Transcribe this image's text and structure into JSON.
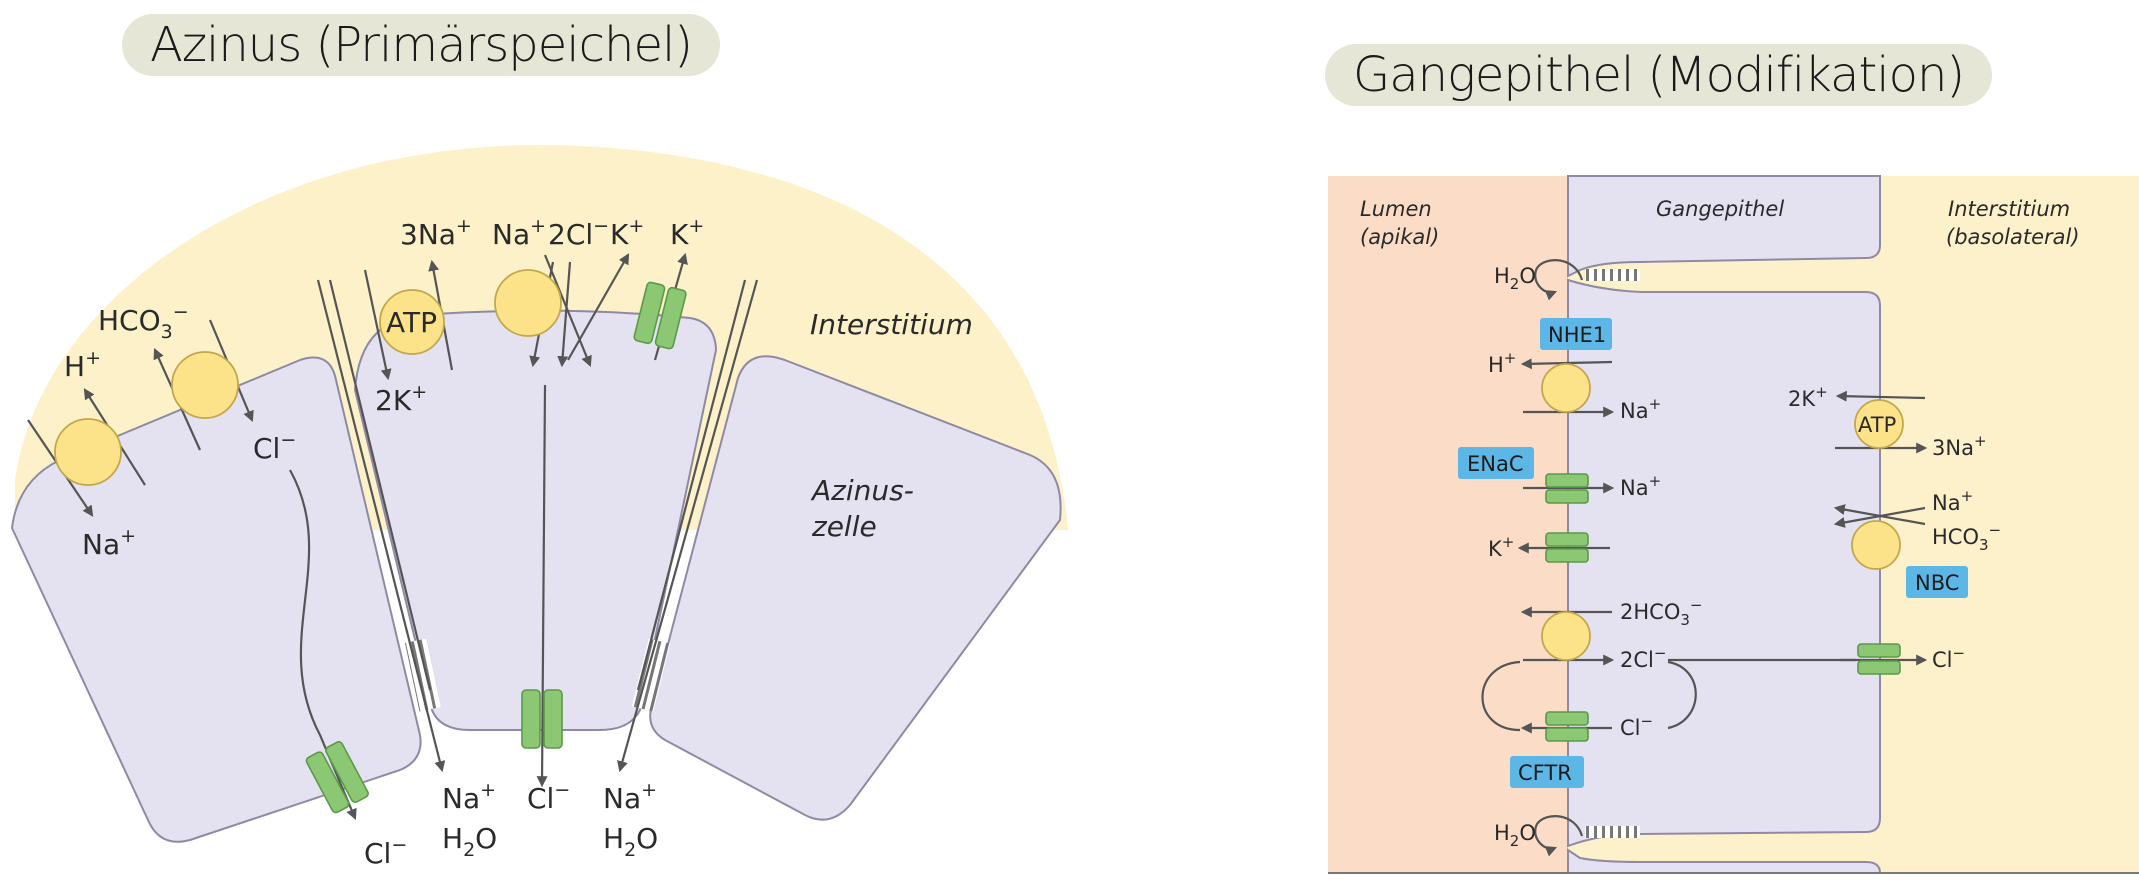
{
  "titles": {
    "left": "Azinus (Primärspeichel)",
    "right": "Gangepithel (Modifikation)"
  },
  "acinus": {
    "interstitium": "Interstitium",
    "cell_label_1": "Azinus-",
    "cell_label_2": "zelle",
    "hco3": "HCO",
    "hco3_sub": "3",
    "hco3_sup": "−",
    "h_plus": "H",
    "plus": "+",
    "na_left": "Na",
    "cl_left": "Cl",
    "minus": "−",
    "na3": "3Na",
    "atp": "ATP",
    "k2": "2K",
    "na_top": "Na",
    "cl2": "2Cl",
    "k_top": "K",
    "k_chan": "K",
    "cl_bottom_left": "Cl",
    "na_bottom1": "Na",
    "h2o_1_h": "H",
    "h2o_1_sub": "2",
    "h2o_1_o": "O",
    "cl_bottom_center": "Cl",
    "na_bottom2": "Na",
    "h2o_2_h": "H",
    "h2o_2_sub": "2",
    "h2o_2_o": "O"
  },
  "duct": {
    "col_lumen_1": "Lumen",
    "col_lumen_2": "(apikal)",
    "col_epithel": "Gangepithel",
    "col_inter_1": "Interstitium",
    "col_inter_2": "(basolateral)",
    "h2o_top_h": "H",
    "h2o_top_sub": "2",
    "h2o_top_o": "O",
    "nhe1": "NHE1",
    "h": "H",
    "plus": "+",
    "minus": "−",
    "na_nhe": "Na",
    "enac": "ENaC",
    "na_enac": "Na",
    "k_apical": "K",
    "hco3_2": "2HCO",
    "sub3": "3",
    "cl2": "2Cl",
    "cl_cftr": "Cl",
    "cftr": "CFTR",
    "h2o_bot_h": "H",
    "h2o_bot_sub": "2",
    "h2o_bot_o": "O",
    "k2": "2K",
    "atp": "ATP",
    "na3": "3Na",
    "na_nbc": "Na",
    "hco3_nbc": "HCO",
    "nbc": "NBC",
    "cl_baso": "Cl"
  }
}
